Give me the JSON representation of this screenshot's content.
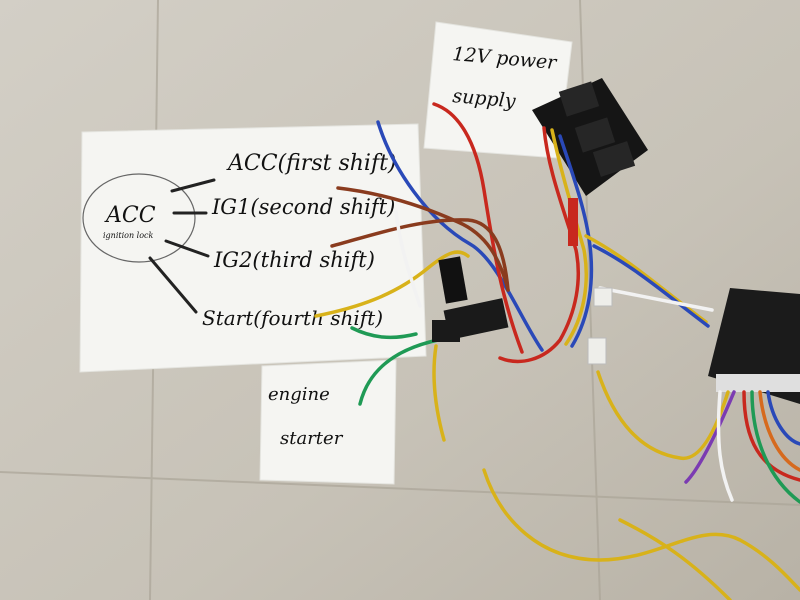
{
  "note_main": {
    "center_label": "ACC",
    "center_sublabel": "ignition lock",
    "line1": "ACC(first shift)",
    "line2": "IG1(second shift)",
    "line3": "IG2(third shift)",
    "line4": "Start(fourth shift)"
  },
  "note_power": {
    "line1": "12V power",
    "line2": "supply"
  },
  "note_starter": {
    "line1": "engine",
    "line2": "starter"
  },
  "wire_colors": {
    "red": "#c8281e",
    "yellow": "#d8b21a",
    "blue": "#2a49b8",
    "brown": "#8a3b1e",
    "green": "#1f9a55",
    "white": "#f2f2f2",
    "purple": "#7b3bb2",
    "orange": "#d66a1e"
  }
}
